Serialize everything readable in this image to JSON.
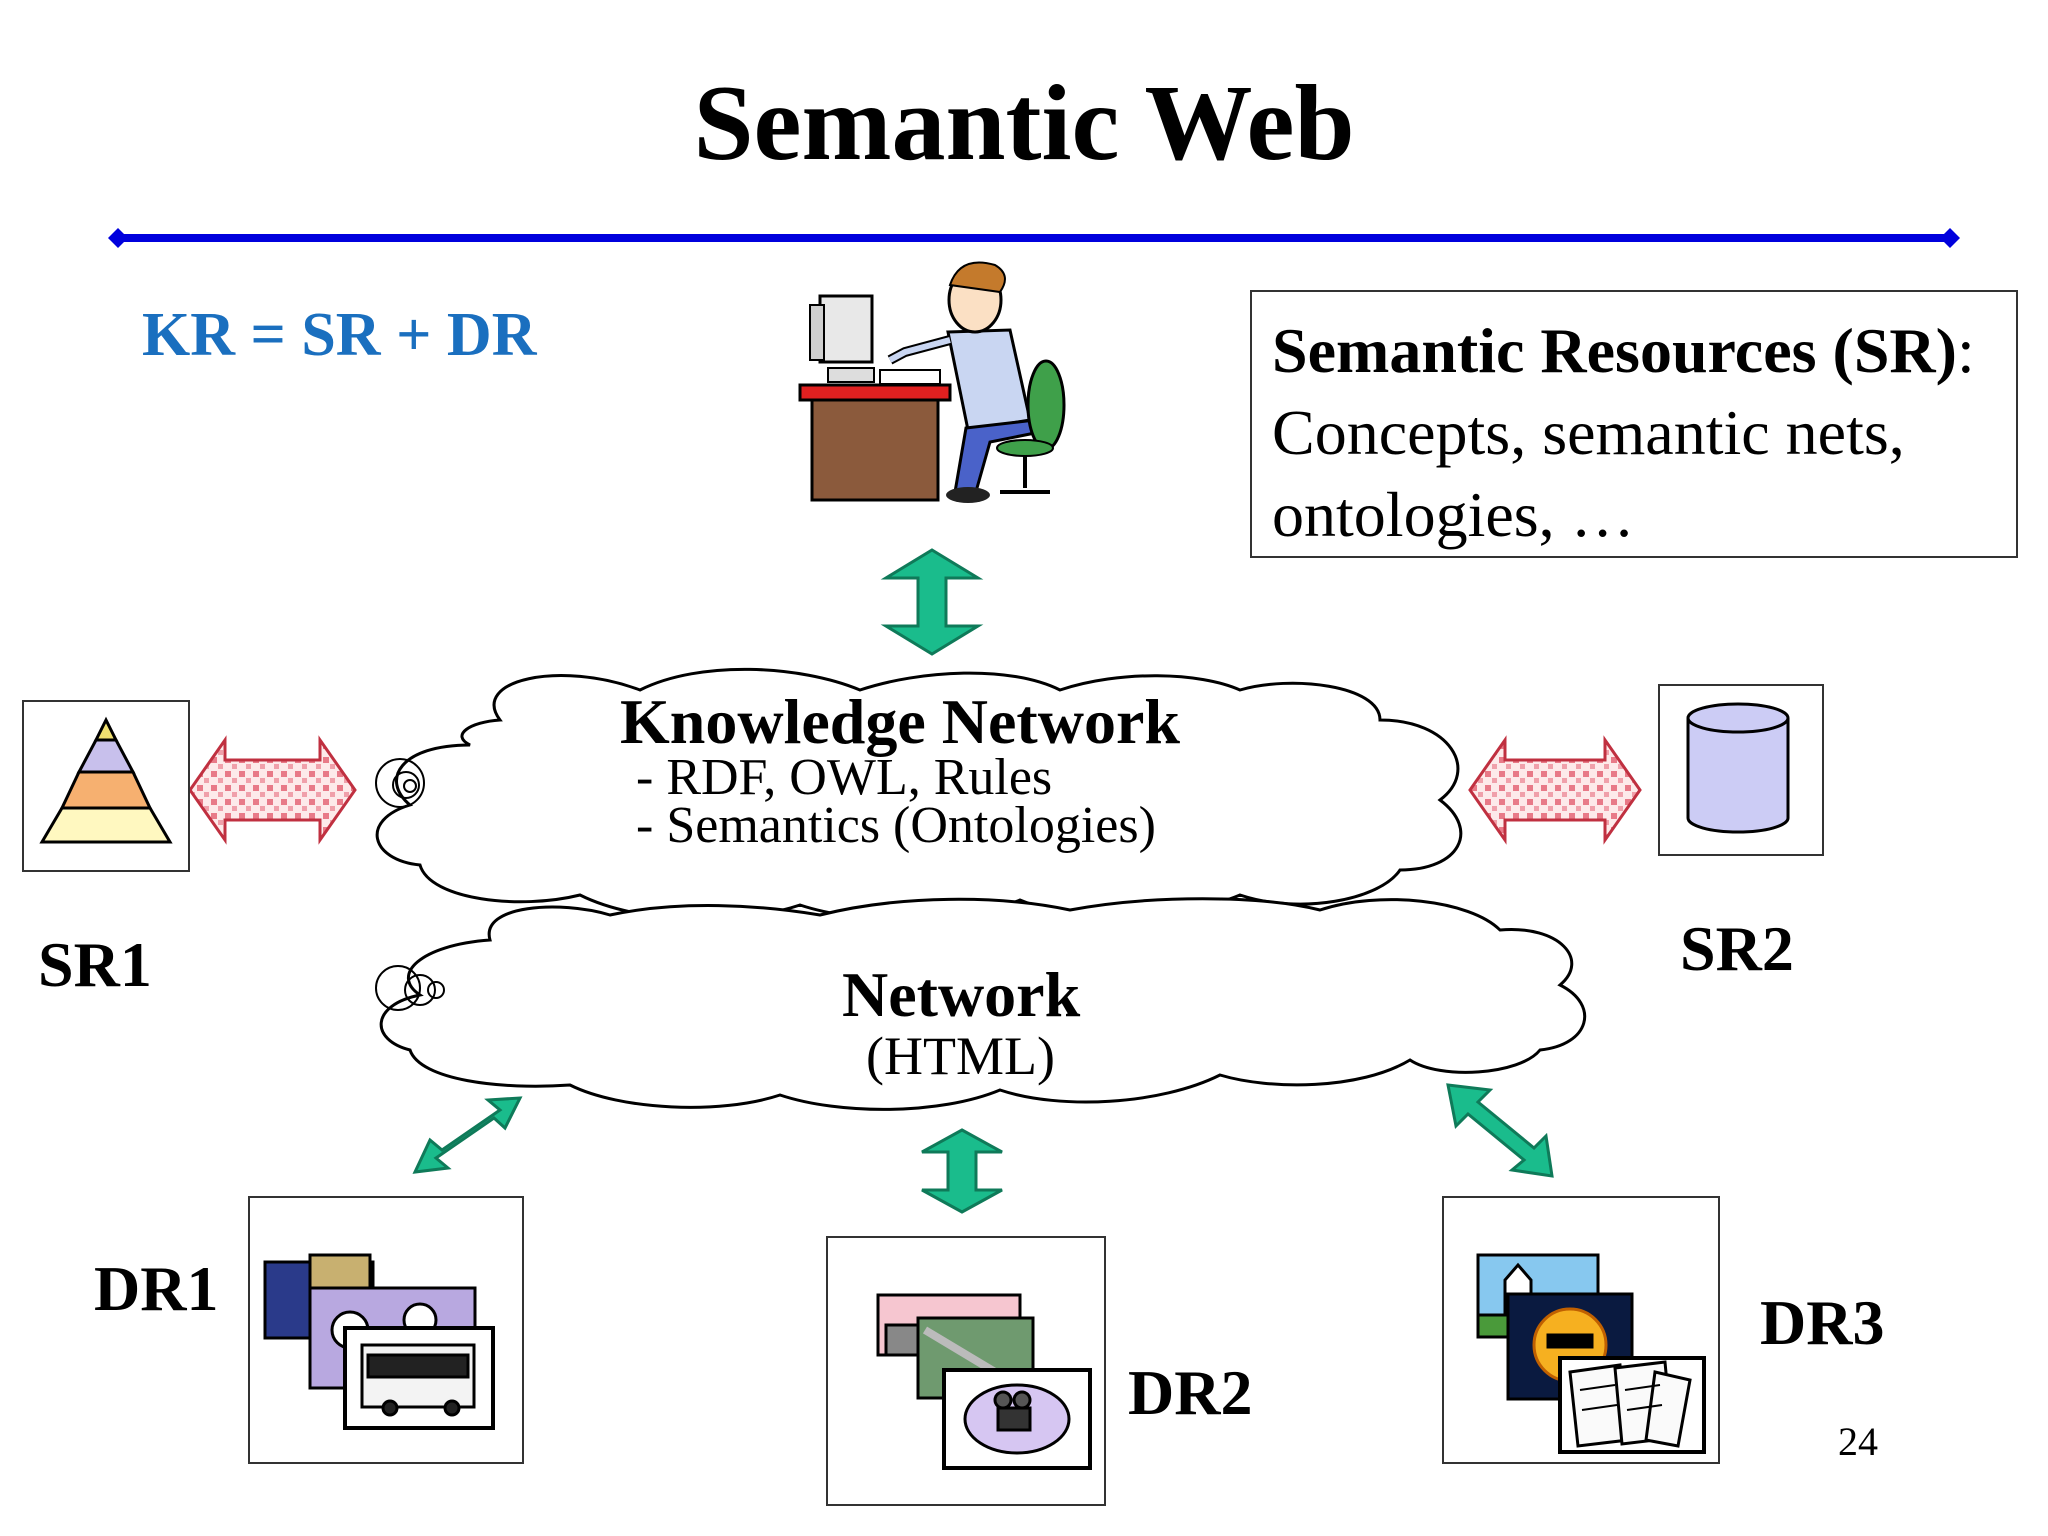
{
  "title": "Semantic Web",
  "formula": "KR = SR + DR",
  "semantic_resources_box": {
    "bold_part": "Semantic Resources (SR)",
    "rest": ": Concepts, semantic nets, ontologies, …"
  },
  "knowledge_network": {
    "title": "Knowledge Network",
    "items": [
      "- RDF, OWL, Rules",
      "- Semantics (Ontologies)"
    ]
  },
  "network": {
    "title": "Network",
    "subtitle": "(HTML)"
  },
  "labels": {
    "sr1": "SR1",
    "sr2": "SR2",
    "dr1": "DR1",
    "dr2": "DR2",
    "dr3": "DR3"
  },
  "page_number": "24",
  "colors": {
    "rule_line": "#0000dd",
    "formula": "#1a6fbf",
    "arrow_green": "#1abc8c",
    "arrow_pink": "#e87a88",
    "cylinder": "#ccccf5"
  }
}
